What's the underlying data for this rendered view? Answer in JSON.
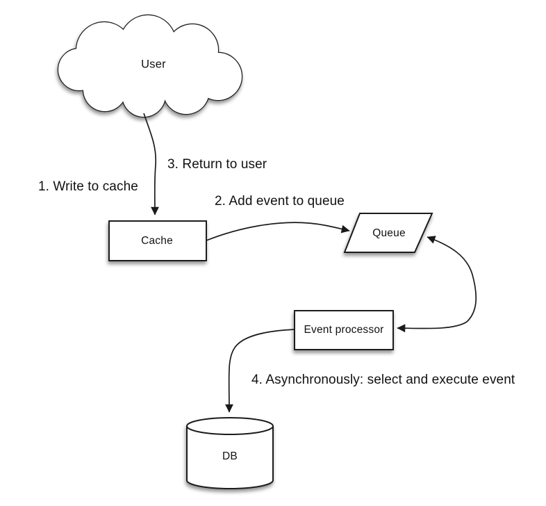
{
  "diagram": {
    "background": "#ffffff",
    "stroke_color": "#1a1a1a",
    "text_color": "#111111",
    "shadow": "soft gray drop shadow under shapes",
    "nodes": [
      {
        "id": "user",
        "shape": "cloud",
        "label": "User"
      },
      {
        "id": "cache",
        "shape": "rectangle",
        "label": "Cache"
      },
      {
        "id": "queue",
        "shape": "parallelogram",
        "label": "Queue"
      },
      {
        "id": "event-processor",
        "shape": "rectangle",
        "label": "Event processor"
      },
      {
        "id": "db",
        "shape": "cylinder",
        "label": "DB"
      }
    ],
    "steps": [
      {
        "id": "step-1",
        "label": "1. Write to cache"
      },
      {
        "id": "step-2",
        "label": "2. Add event to queue"
      },
      {
        "id": "step-3",
        "label": "3. Return to user"
      },
      {
        "id": "step-4",
        "label": "4. Asynchronously: select and execute event"
      }
    ],
    "edges": [
      {
        "from": "user",
        "to": "cache",
        "direction": "one-way",
        "style": "curved"
      },
      {
        "from": "cache",
        "to": "queue",
        "direction": "one-way",
        "style": "curved"
      },
      {
        "from": "queue",
        "to": "event-processor",
        "direction": "two-way",
        "style": "curved"
      },
      {
        "from": "event-processor",
        "to": "db",
        "direction": "one-way",
        "style": "curved"
      }
    ]
  }
}
